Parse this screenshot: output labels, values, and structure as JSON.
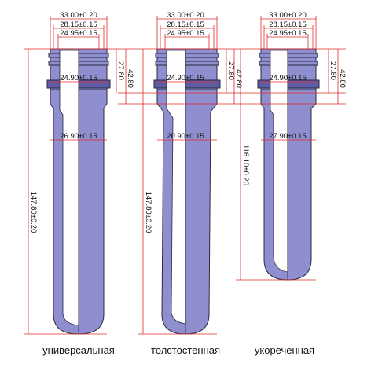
{
  "colors": {
    "body_fill": "#8f8fcf",
    "body_dark": "#5d5da6",
    "outline": "#2a2a40",
    "dimension_line": "#e02a2a",
    "background": "#ffffff"
  },
  "preforms": [
    {
      "caption": "универсальная",
      "dims": {
        "top1": "33.00±0.20",
        "top2": "28.15±0.15",
        "top3": "24.95±0.15",
        "neck_inner": "24.90±0.15",
        "mid": "26.90±0.15",
        "neck_h1": "27.80",
        "neck_h2": "42.80",
        "length": "147.80±0.20"
      }
    },
    {
      "caption": "толстостенная",
      "dims": {
        "top1": "33.00±0.20",
        "top2": "28.15±0.15",
        "top3": "24.95±0.15",
        "neck_inner": "24.90±0.15",
        "mid": "20.90±0.15",
        "neck_h1": "27.80",
        "neck_h2": "42.80",
        "length": "147.80±0.20"
      }
    },
    {
      "caption": "укореченная",
      "dims": {
        "top1": "33.00±0.20",
        "top2": "28.15±0.15",
        "top3": "24.95±0.15",
        "neck_inner": "24.90±0.15",
        "mid": "27.90±0.15",
        "neck_h1": "27.80",
        "neck_h2": "42.80",
        "length": "116.10±0.20"
      }
    }
  ]
}
